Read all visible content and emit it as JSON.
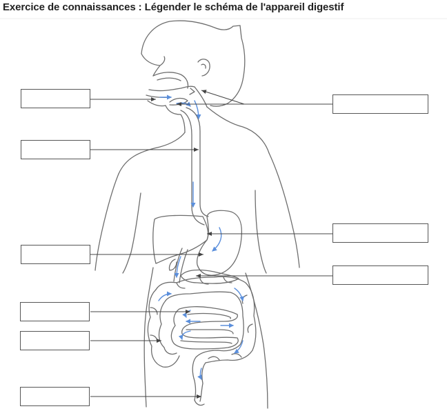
{
  "page": {
    "title": "Exercice de connaissances : Légender le schéma de l'appareil digestif"
  },
  "colors": {
    "outline": "#6d6d6d",
    "arrow": "#5b8fdc",
    "label_border": "#555555",
    "leader": "#444444"
  },
  "labels": [
    {
      "id": "label-1",
      "side": "left",
      "value": ""
    },
    {
      "id": "label-2",
      "side": "left",
      "value": ""
    },
    {
      "id": "label-3",
      "side": "left",
      "value": ""
    },
    {
      "id": "label-4",
      "side": "left",
      "value": ""
    },
    {
      "id": "label-5",
      "side": "left",
      "value": ""
    },
    {
      "id": "label-6",
      "side": "left",
      "value": ""
    },
    {
      "id": "label-7",
      "side": "right",
      "value": ""
    },
    {
      "id": "label-8",
      "side": "right",
      "value": ""
    },
    {
      "id": "label-9",
      "side": "right",
      "value": ""
    }
  ]
}
